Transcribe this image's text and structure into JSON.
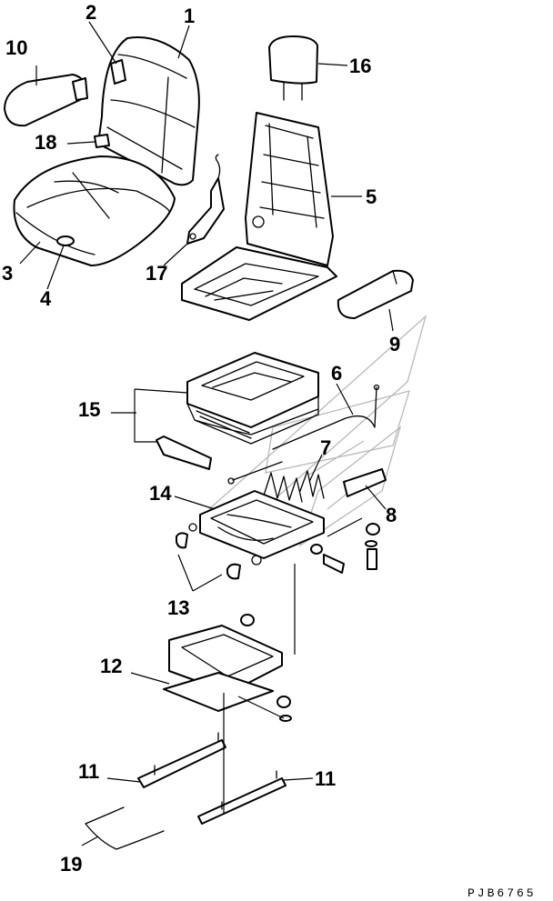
{
  "drawing_code": "PJB6765",
  "callouts": {
    "c1": "1",
    "c2": "2",
    "c3": "3",
    "c4": "4",
    "c5": "5",
    "c6": "6",
    "c7": "7",
    "c8": "8",
    "c9": "9",
    "c10": "10",
    "c11a": "11",
    "c11b": "11",
    "c12": "12",
    "c13": "13",
    "c14": "14",
    "c15": "15",
    "c16": "16",
    "c17": "17",
    "c18": "18",
    "c19": "19"
  }
}
